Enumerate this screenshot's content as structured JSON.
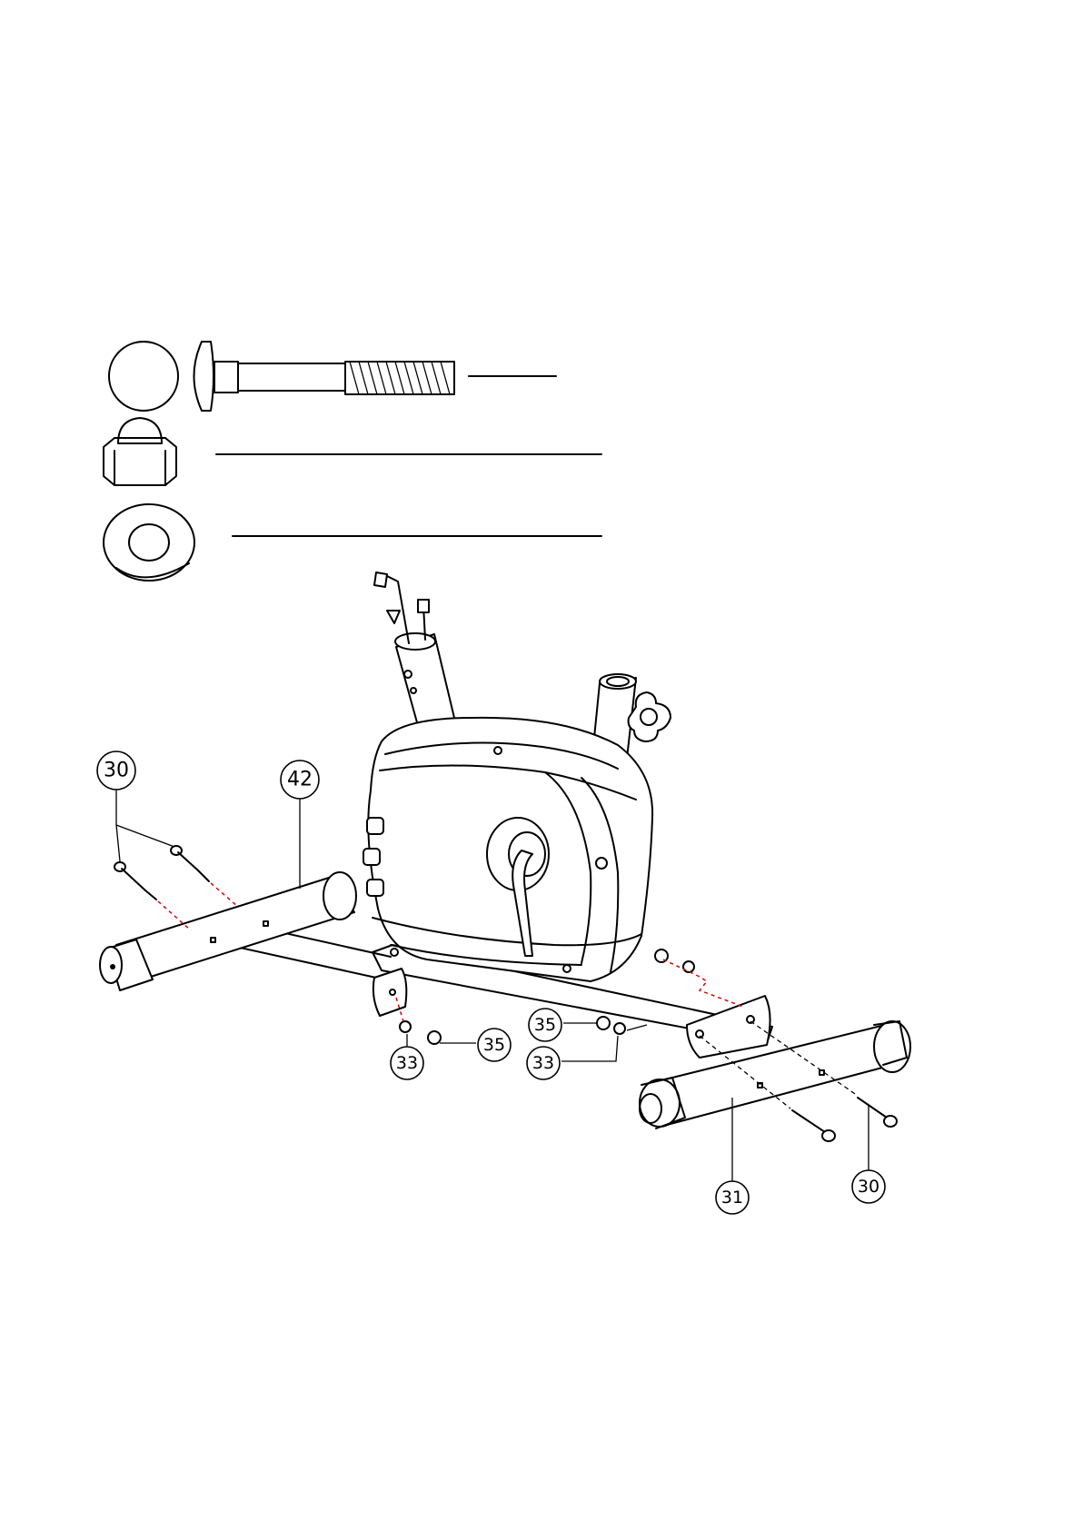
{
  "callouts": {
    "c30_left": "30",
    "c42": "42",
    "c35_mid": "35",
    "c35_left": "35",
    "c33_left": "33",
    "c33_mid": "33",
    "c31": "31",
    "c30_right": "30"
  },
  "colors": {
    "line": "#000000",
    "guide_red": "#e00000",
    "background": "#ffffff"
  },
  "icons": [
    "carriage-bolt-icon",
    "cap-nut-icon",
    "washer-icon"
  ]
}
